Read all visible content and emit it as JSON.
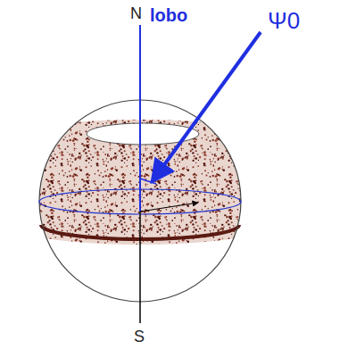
{
  "diagram": {
    "labels": [
      "N",
      "lobo",
      "Ψ0",
      "S"
    ]
  }
}
